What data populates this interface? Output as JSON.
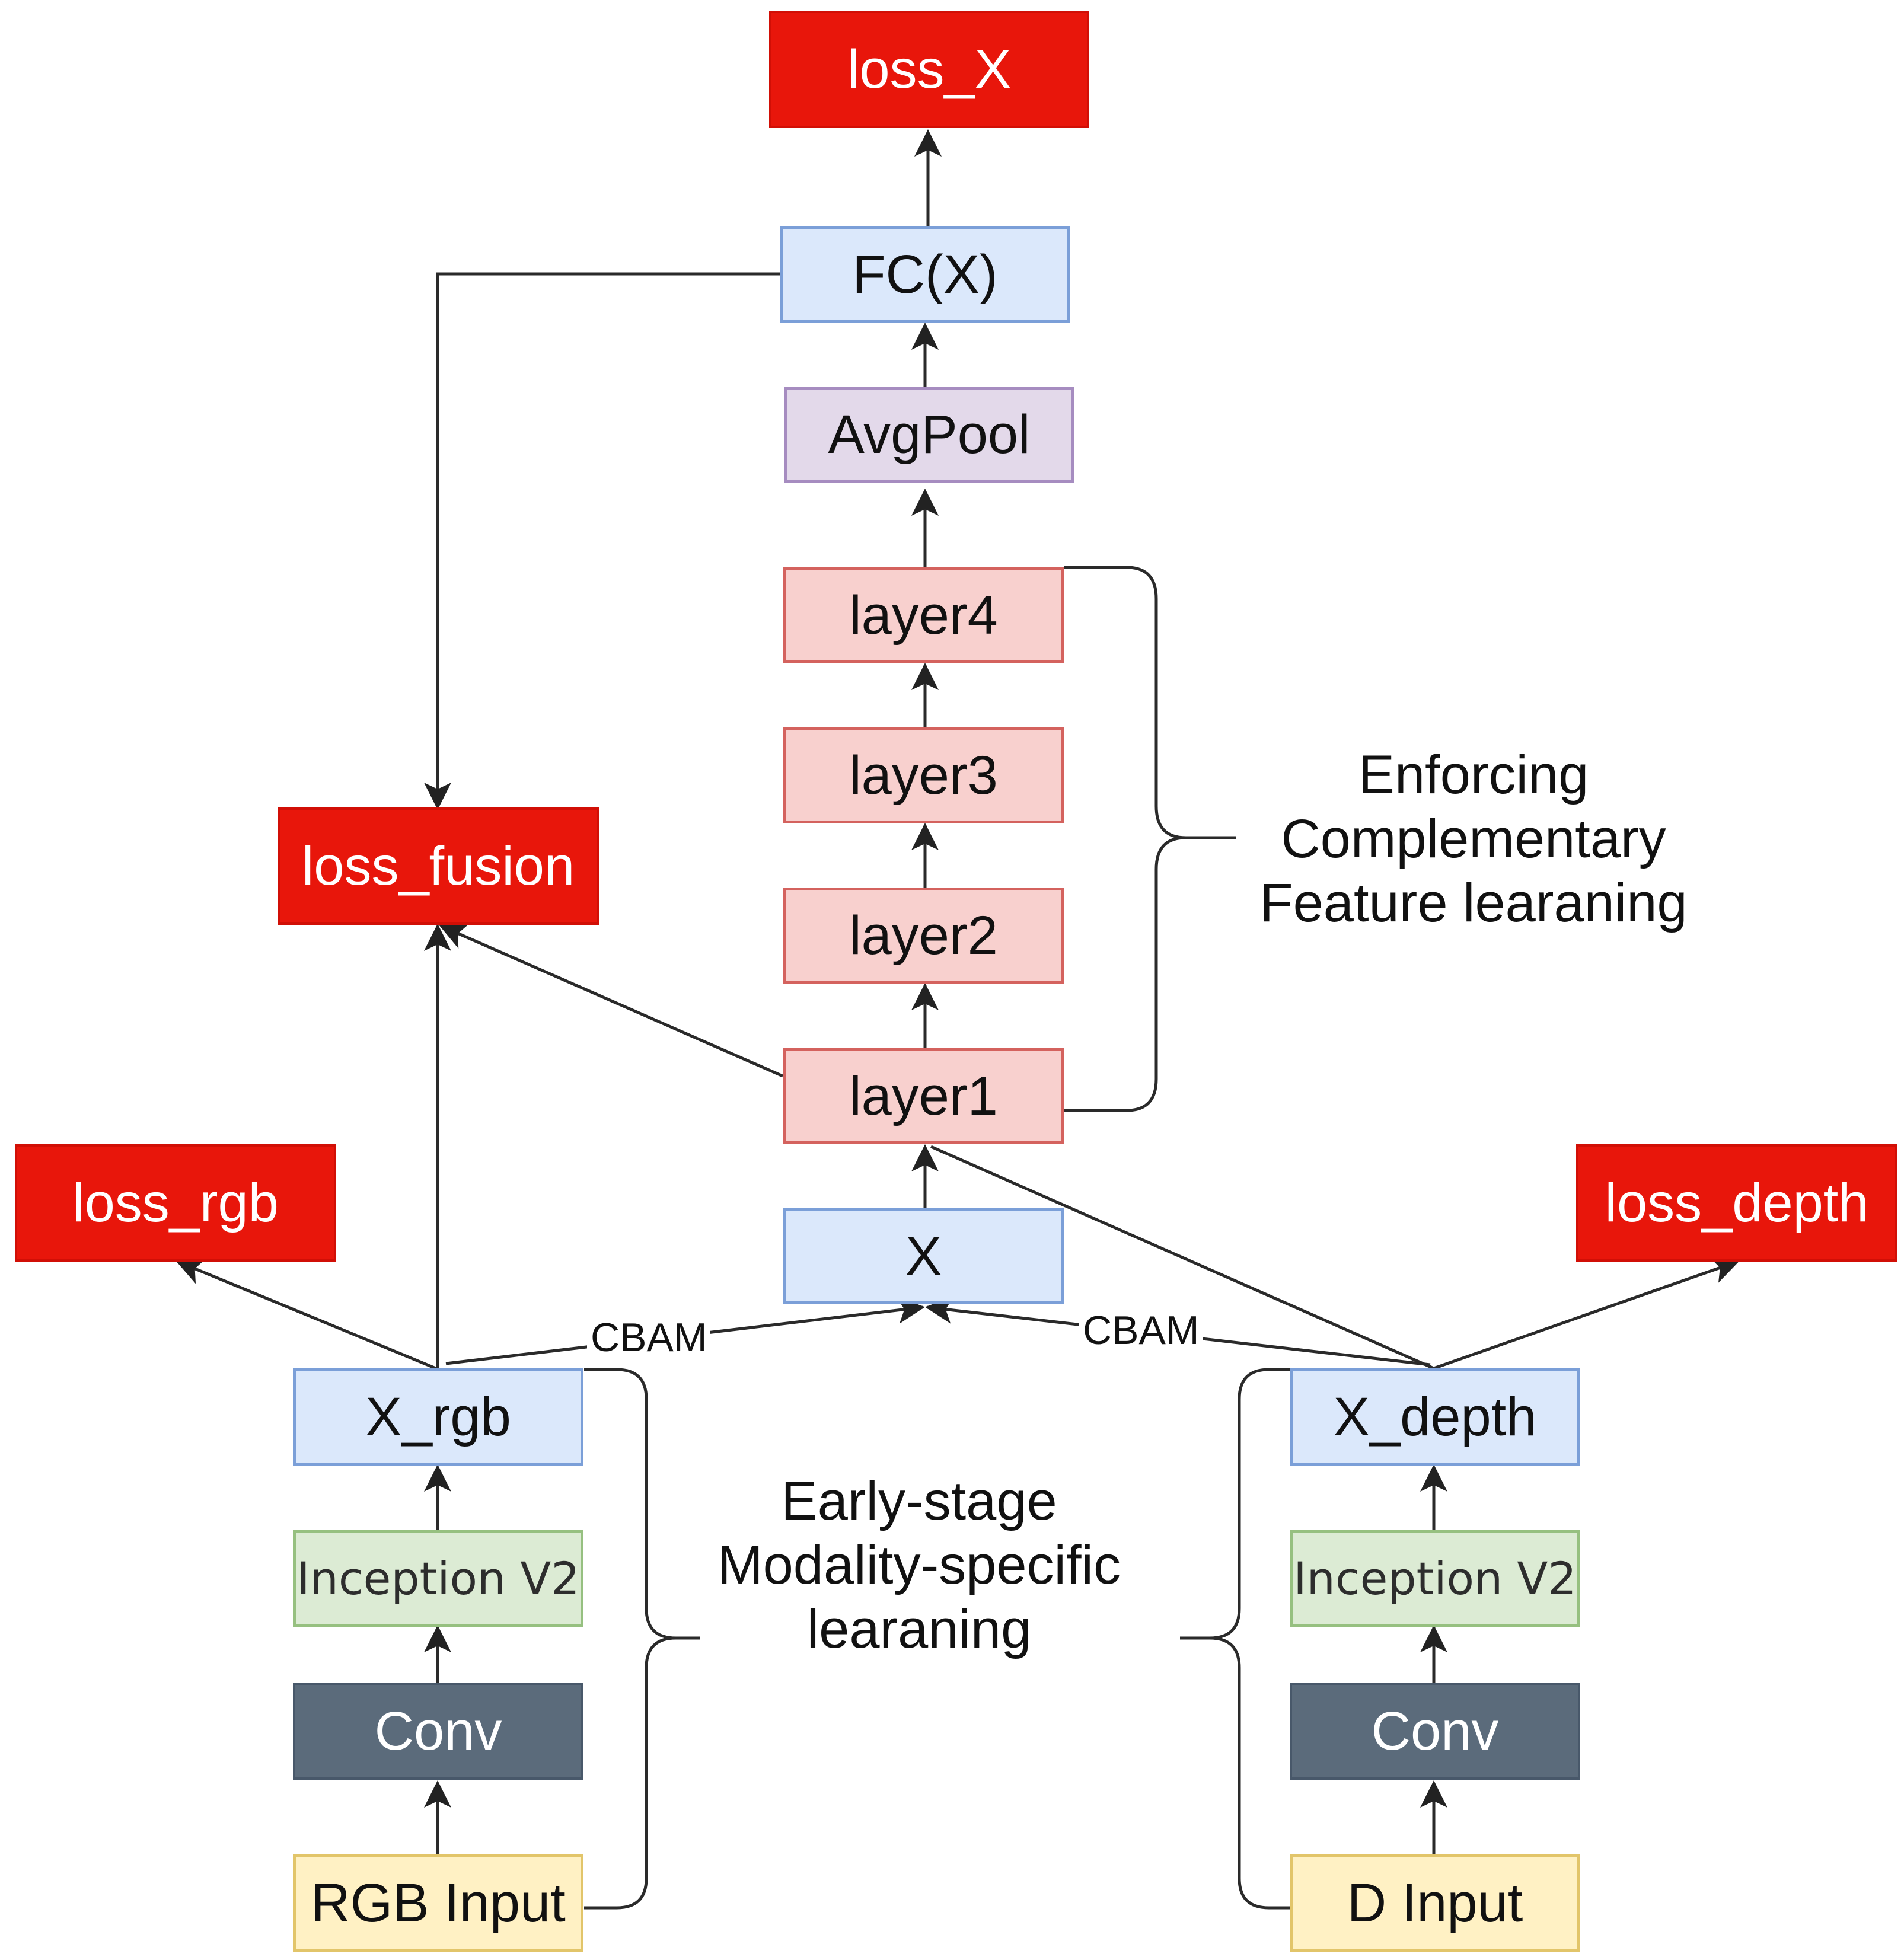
{
  "nodes": {
    "loss_x": "loss_X",
    "fc": "FC(X)",
    "avgpool": "AvgPool",
    "layer4": "layer4",
    "layer3": "layer3",
    "layer2": "layer2",
    "layer1": "layer1",
    "x": "X",
    "loss_fusion": "loss_fusion",
    "loss_rgb": "loss_rgb",
    "loss_depth": "loss_depth",
    "x_rgb": "X_rgb",
    "x_depth": "X_depth",
    "inception_rgb": "Inception V2",
    "inception_depth": "Inception V2",
    "conv_rgb": "Conv",
    "conv_depth": "Conv",
    "rgb_input": "RGB Input",
    "d_input": "D Input"
  },
  "edge_labels": {
    "cbam_rgb": "CBAM",
    "cbam_depth": "CBAM"
  },
  "annotations": {
    "complementary": [
      "Enforcing",
      "Complementary",
      "Feature learaning"
    ],
    "early_stage": [
      "Early-stage",
      "Modality-specific",
      "learaning"
    ]
  },
  "colors": {
    "loss": "#e8160b",
    "feature": "#dbe8fb",
    "layer": "#f8d0ce",
    "pool": "#e3d9ea",
    "inception": "#dcebd4",
    "conv": "#5b6b7b",
    "input": "#fff1c4"
  }
}
